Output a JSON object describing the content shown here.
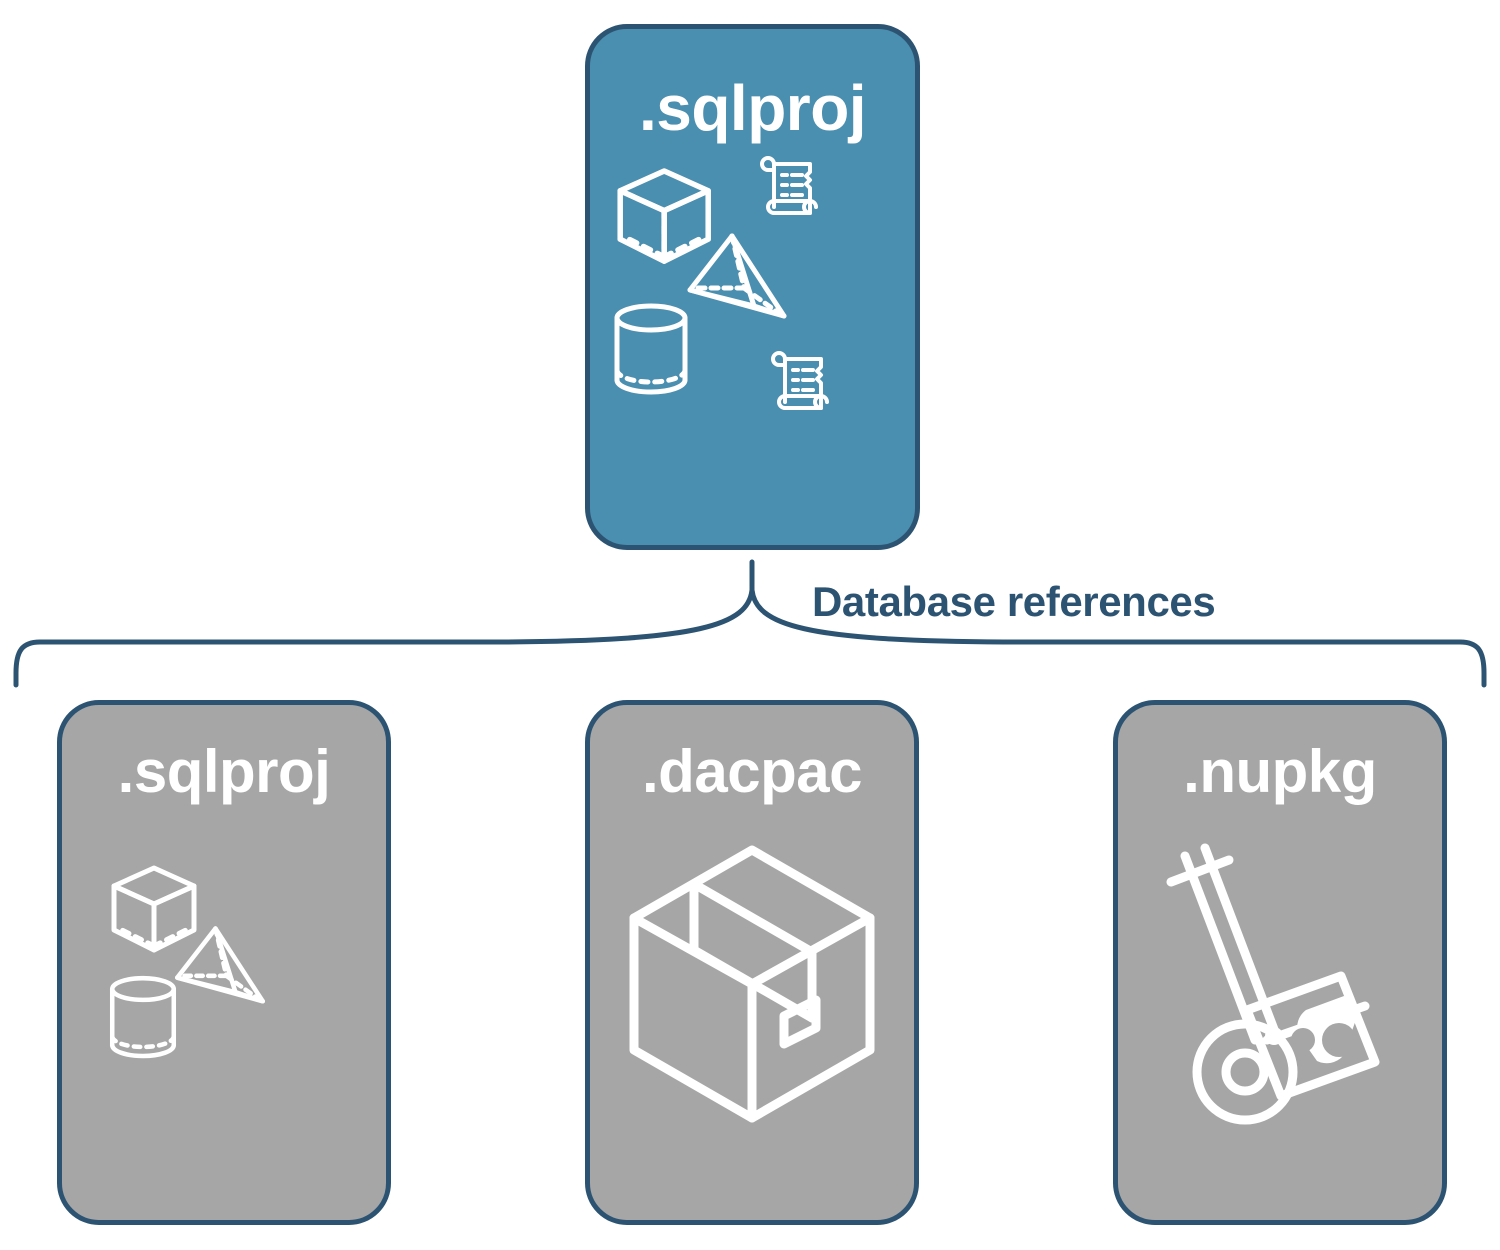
{
  "diagram": {
    "title": "sqlproj database references",
    "colors": {
      "primary_fill": "#4a8fb0",
      "secondary_fill": "#a6a6a6",
      "stroke": "#2c5472",
      "icon": "#ffffff",
      "background": "#ffffff"
    },
    "connector": {
      "label": "Database references",
      "style": "curly-brace",
      "color": "#2c5472"
    },
    "root": {
      "label": ".sqlproj",
      "fill": "primary",
      "icons": [
        "cube-wireframe-icon",
        "pyramid-wireframe-icon",
        "cylinder-wireframe-icon",
        "scroll-script-icon",
        "scroll-script-icon"
      ]
    },
    "references": [
      {
        "label": ".sqlproj",
        "fill": "secondary",
        "icons": [
          "cube-wireframe-icon",
          "pyramid-wireframe-icon",
          "cylinder-wireframe-icon"
        ]
      },
      {
        "label": ".dacpac",
        "fill": "secondary",
        "icons": [
          "package-box-icon"
        ]
      },
      {
        "label": ".nupkg",
        "fill": "secondary",
        "icons": [
          "hand-truck-package-icon"
        ]
      }
    ]
  }
}
